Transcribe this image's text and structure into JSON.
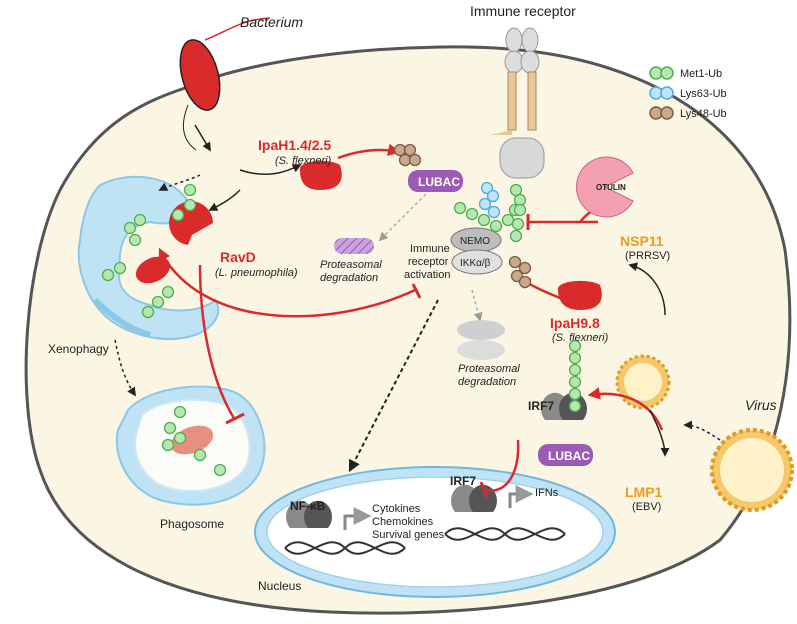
{
  "labels": {
    "bacterium": "Bacterium",
    "immune_receptor": "Immune receptor",
    "virus": "Virus",
    "xenophagy": "Xenophagy",
    "phagosome": "Phagosome",
    "nucleus": "Nucleus",
    "ravd": "RavD",
    "ravd_source": "(L. pneumophila)",
    "ipah14": "IpaH1.4/2.5",
    "ipah14_source": "(S. flexneri)",
    "ipah98": "IpaH9.8",
    "ipah98_source": "(S. flexneri)",
    "lubac_top": "LUBAC",
    "lubac_bottom": "LUBAC",
    "otulin": "OTULIN",
    "nsp11": "NSP11",
    "nsp11_source": "(PRRSV)",
    "lmp1": "LMP1",
    "lmp1_source": "(EBV)",
    "nemo": "NEMO",
    "ikk": "IKKα/β",
    "immune_activation_1": "Immune",
    "immune_activation_2": "receptor",
    "immune_activation_3": "activation",
    "proteasomal_1": "Proteasomal",
    "degradation_1": "degradation",
    "proteasomal_2": "Proteasomal",
    "degradation_2": "degradation",
    "irf7_cyto": "IRF7",
    "irf7_nuc": "IRF7",
    "nfkb": "NF-κB",
    "ifns": "IFNs",
    "genes": [
      "Cytokines",
      "Chemokines",
      "Survival genes"
    ]
  },
  "legend": [
    {
      "label": "Met1-Ub",
      "fill": "#b8e6b0",
      "stroke": "#4caf50"
    },
    {
      "label": "Lys63-Ub",
      "fill": "#bfe4f7",
      "stroke": "#4aaee0"
    },
    {
      "label": "Lys48-Ub",
      "fill": "#c9a98d",
      "stroke": "#7d5a40"
    }
  ],
  "colors": {
    "cell_fill": "#fbf6e4",
    "cell_stroke": "#555555",
    "red": "#d92b2b",
    "orange": "#f39a1e",
    "lubac": "#9b5ab5",
    "otulin": "#f4a0b0",
    "xeno": "#bfe3f4"
  }
}
